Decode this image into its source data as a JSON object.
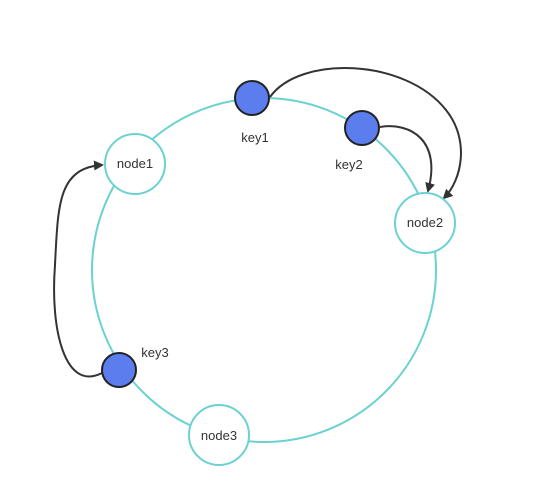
{
  "diagram": {
    "colors": {
      "ring": "#6cd1d1",
      "node_border": "#6cd1d1",
      "node_fill": "#ffffff",
      "key_fill": "#5b7ded",
      "key_border": "#222222",
      "arrow": "#333333",
      "text": "#333333"
    },
    "nodes": [
      {
        "id": "node1",
        "label": "node1"
      },
      {
        "id": "node2",
        "label": "node2"
      },
      {
        "id": "node3",
        "label": "node3"
      }
    ],
    "keys": [
      {
        "id": "key1",
        "label": "key1",
        "maps_to": "node2"
      },
      {
        "id": "key2",
        "label": "key2",
        "maps_to": "node2"
      },
      {
        "id": "key3",
        "label": "key3",
        "maps_to": "node1"
      }
    ]
  }
}
